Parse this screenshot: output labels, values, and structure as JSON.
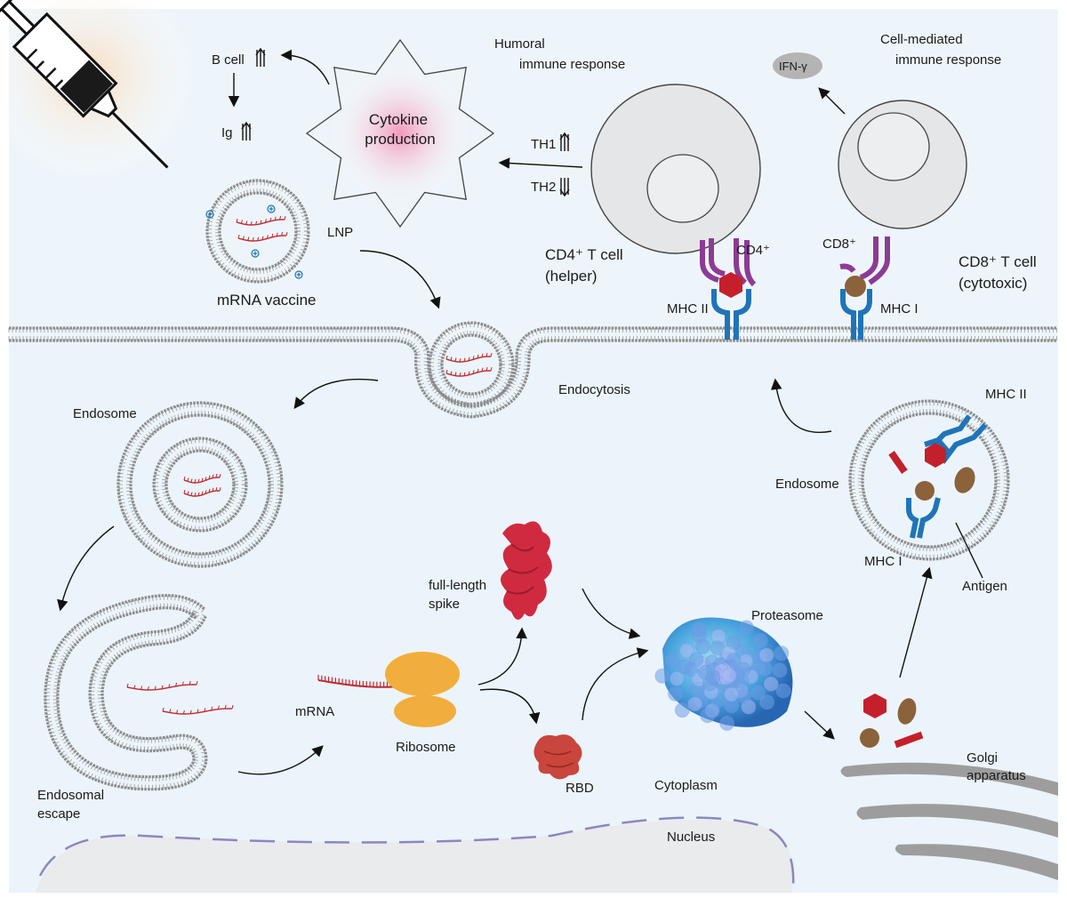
{
  "labels": {
    "humoral_1": "Humoral",
    "humoral_2": "immune response",
    "cell_mediated_1": "Cell-mediated",
    "cell_mediated_2": "immune response",
    "b_cell": "B cell",
    "ig": "Ig",
    "cytokine_1": "Cytokine",
    "cytokine_2": "production",
    "th1": "TH1",
    "th2": "TH2",
    "ifn": "IFN-γ",
    "lnp": "LNP",
    "mrna_vaccine": "mRNA vaccine",
    "cd4_cell_1": "CD4⁺ T cell",
    "cd4_cell_2": "(helper)",
    "cd4": "CD4⁺",
    "cd8": "CD8⁺",
    "cd8_cell_1": "CD8⁺ T cell",
    "cd8_cell_2": "(cytotoxic)",
    "mhc2_membrane": "MHC II",
    "mhc1_membrane": "MHC I",
    "endocytosis": "Endocytosis",
    "endosome_left": "Endosome",
    "endosome_right": "Endosome",
    "mhc2_endo": "MHC II",
    "mhc1_endo": "MHC I",
    "antigen": "Antigen",
    "full_length_1": "full-length",
    "full_length_2": "spike",
    "proteasome": "Proteasome",
    "mrna": "mRNA",
    "ribosome": "Ribosome",
    "rbd": "RBD",
    "cytoplasm": "Cytoplasm",
    "nucleus": "Nucleus",
    "golgi_1": "Golgi",
    "golgi_2": "apparatus",
    "endosomal_escape_1": "Endosomal",
    "endosomal_escape_2": "escape"
  },
  "colors": {
    "cell_background": "#eef5fa",
    "membrane": "#8c8c8c",
    "mrna": "#c0282f",
    "mhc": "#1f74b8",
    "cd_receptor": "#8c3b94",
    "antigen_hex": "#c4202b",
    "antigen_ellipse": "#8b6239",
    "ribosome": "#f2ae3c",
    "proteasome": "#3d8fd6",
    "t_cell": "#e4e6e8",
    "golgi": "#9d9d9d"
  }
}
